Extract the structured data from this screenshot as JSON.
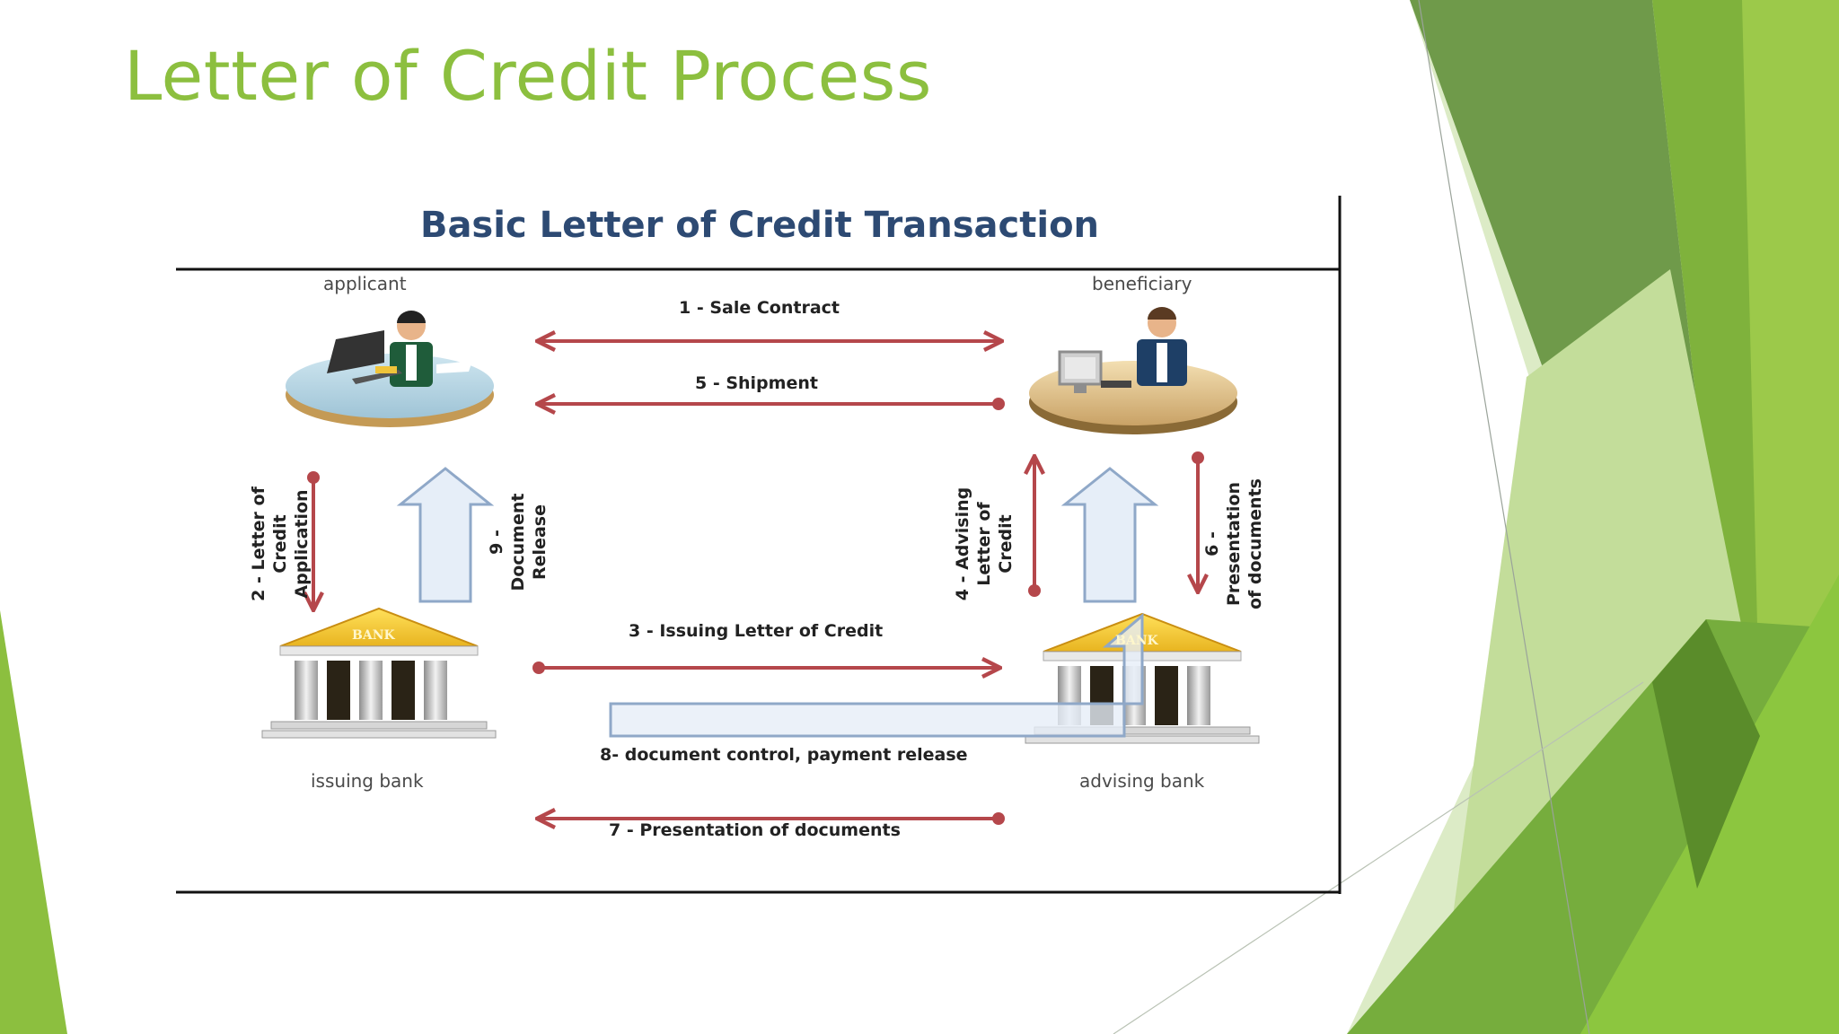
{
  "slide": {
    "title": "Letter of Credit Process"
  },
  "diagram": {
    "title": "Basic Letter of Credit Transaction",
    "nodes": {
      "applicant": "applicant",
      "beneficiary": "beneficiary",
      "issuing_bank": "issuing bank",
      "advising_bank": "advising bank",
      "bank_sign": "BANK"
    },
    "steps": {
      "s1": "1 - Sale Contract",
      "s2": "2 - Letter of Credit Application",
      "s3": "3 - Issuing Letter of Credit",
      "s4": "4 - Advising Letter of Credit",
      "s5": "5 - Shipment",
      "s6": "6 - Presentation of documents",
      "s7": "7 - Presentation of documents",
      "s8": "8- document control, payment release",
      "s9": "9 - Document Release"
    },
    "colors": {
      "arrow": "#b5474b",
      "hollow_arrow_fill": "#e6eef8",
      "hollow_arrow_stroke": "#8fa8c8",
      "title": "#2d4a73",
      "accent_green": "#8cbf3f"
    }
  }
}
